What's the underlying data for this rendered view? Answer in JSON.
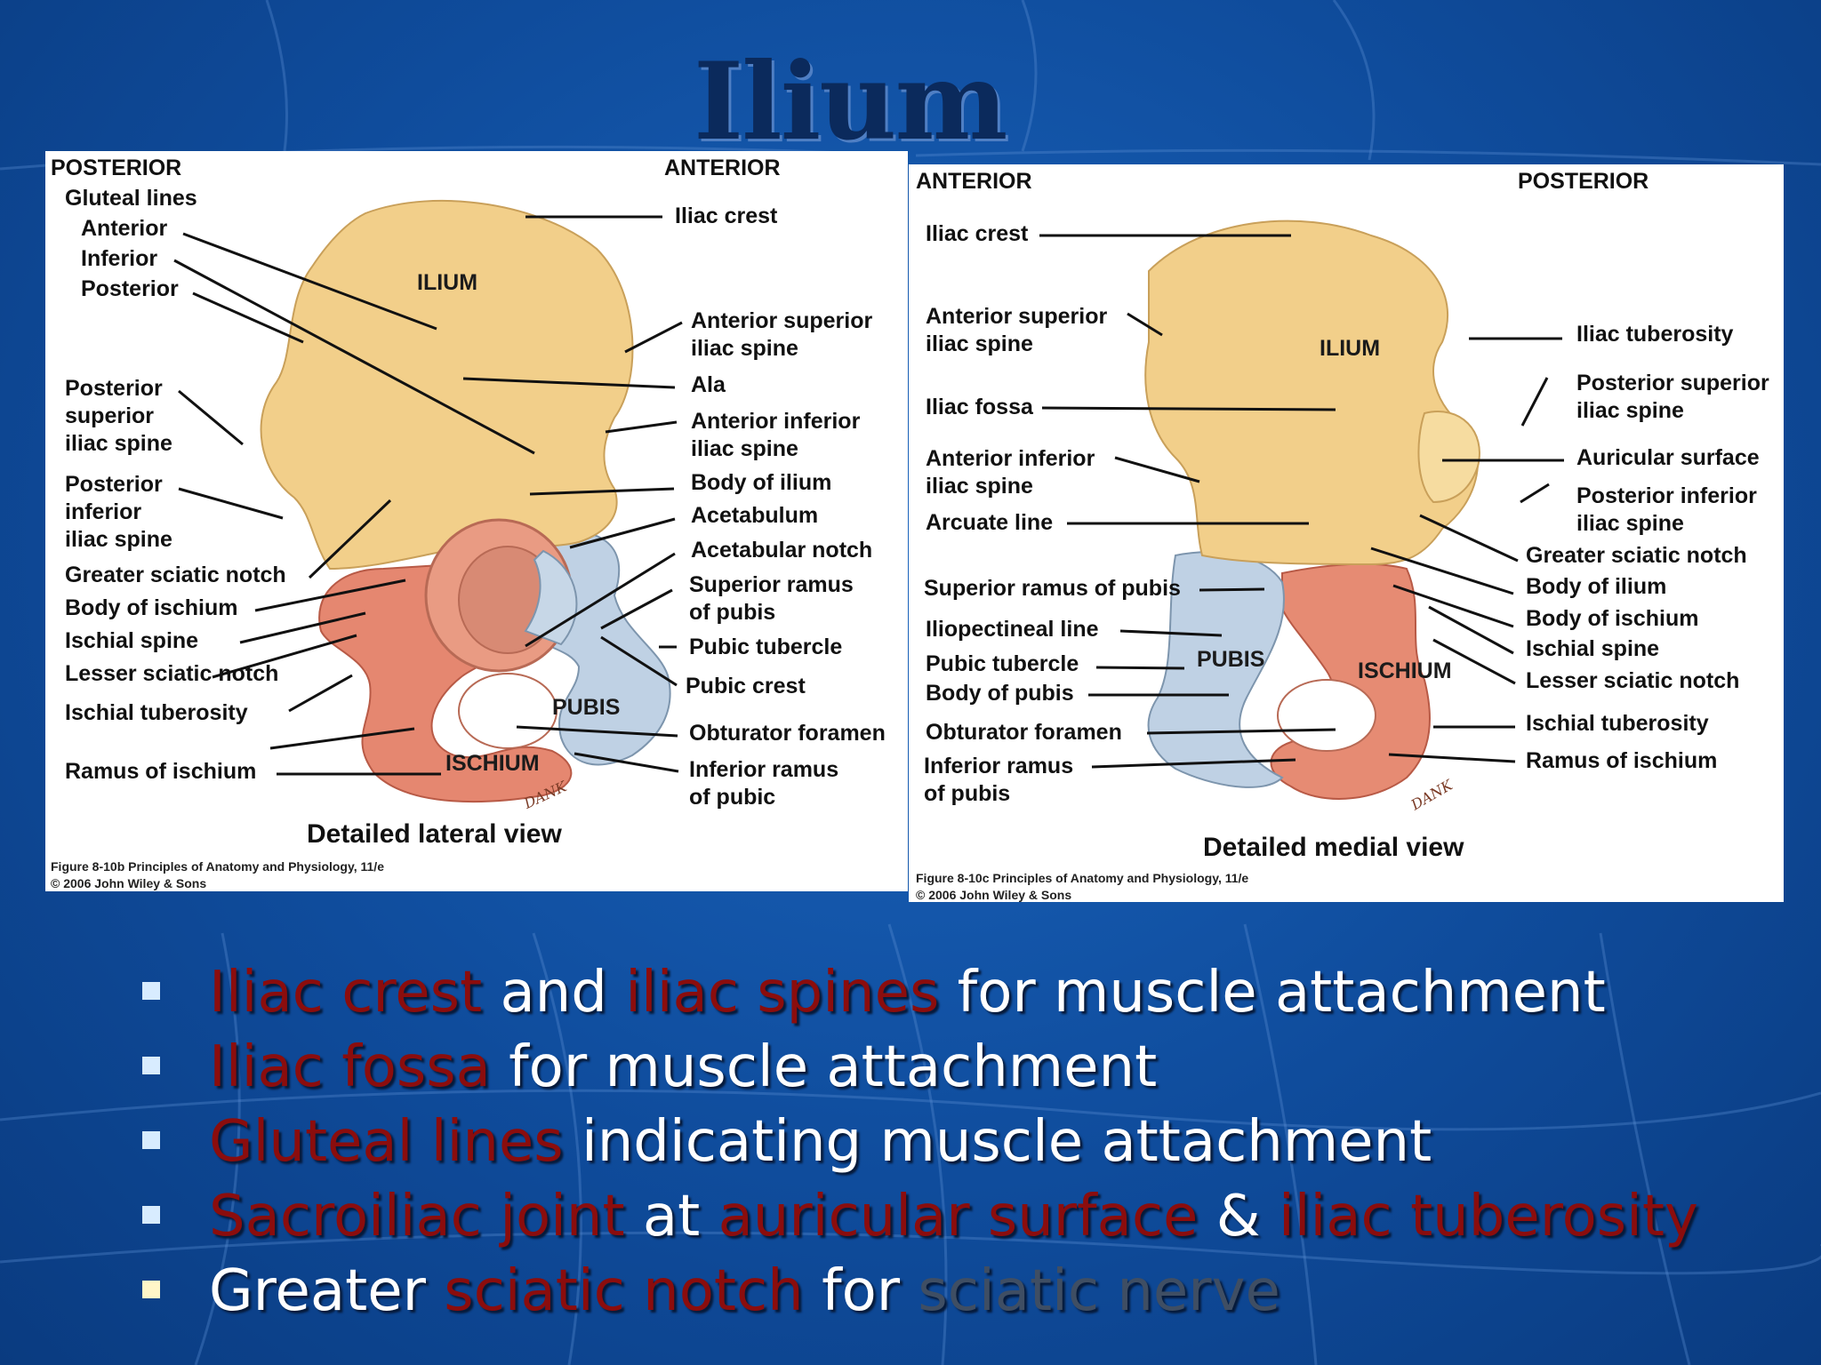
{
  "slide": {
    "title": "Ilium",
    "colors": {
      "background": "#0f4c9c",
      "title": "#0b2a5c",
      "highlight": "#8b0d0d",
      "text": "#ffffff",
      "faded": "#3f4e63",
      "ilium": "#f2cf8a",
      "ischium": "#e68b73",
      "pubis": "#bcd0e4"
    }
  },
  "left_figure": {
    "posterior": "POSTERIOR",
    "anterior": "ANTERIOR",
    "labels_left": [
      "Gluteal lines",
      "Anterior",
      "Inferior",
      "Posterior",
      "Posterior",
      "superior",
      "iliac spine",
      "Posterior",
      "inferior",
      "iliac spine",
      "Greater sciatic notch",
      "Body of ischium",
      "Ischial spine",
      "Lesser sciatic notch",
      "Ischial tuberosity",
      "Ramus of ischium"
    ],
    "labels_right": [
      "Iliac crest",
      "Anterior superior",
      "iliac spine",
      "Ala",
      "Anterior inferior",
      "iliac spine",
      "Body of ilium",
      "Acetabulum",
      "Acetabular notch",
      "Superior ramus",
      "of pubis",
      "Pubic tubercle",
      "Pubic crest",
      "Obturator foramen",
      "Inferior ramus",
      "of pubic"
    ],
    "bones": [
      "ILIUM",
      "PUBIS",
      "ISCHIUM"
    ],
    "view_title": "Detailed lateral view",
    "caption_1": "Figure 8-10b  Principles of Anatomy and Physiology, 11/e",
    "caption_2": "© 2006 John Wiley & Sons",
    "artist": "DANK"
  },
  "right_figure": {
    "anterior": "ANTERIOR",
    "posterior": "POSTERIOR",
    "labels_left": [
      "Iliac crest",
      "Anterior superior",
      "iliac spine",
      "Iliac fossa",
      "Anterior inferior",
      "iliac spine",
      "Arcuate line",
      "Superior ramus of pubis",
      "Iliopectineal line",
      "Pubic tubercle",
      "Body of pubis",
      "Obturator foramen",
      "Inferior ramus",
      "of pubis"
    ],
    "labels_right": [
      "Iliac tuberosity",
      "Posterior superior",
      "iliac spine",
      "Auricular surface",
      "Posterior inferior",
      "iliac spine",
      "Greater sciatic notch",
      "Body of ilium",
      "Body of ischium",
      "Ischial spine",
      "Lesser sciatic notch",
      "Ischial tuberosity",
      "Ramus of ischium"
    ],
    "bones": [
      "ILIUM",
      "PUBIS",
      "ISCHIUM"
    ],
    "view_title": "Detailed medial view",
    "caption_1": "Figure 8-10c  Principles of Anatomy and Physiology, 11/e",
    "caption_2": "© 2006 John Wiley & Sons",
    "artist": "DANK"
  },
  "bullets": [
    {
      "parts": [
        {
          "t": "Iliac crest",
          "s": "hl"
        },
        {
          "t": " and ",
          "s": "wt"
        },
        {
          "t": "iliac spines",
          "s": "hl"
        },
        {
          "t": " for muscle attachment",
          "s": "wt"
        }
      ]
    },
    {
      "parts": [
        {
          "t": "Iliac fossa",
          "s": "hl"
        },
        {
          "t": " for muscle attachment",
          "s": "wt"
        }
      ]
    },
    {
      "parts": [
        {
          "t": "Gluteal lines",
          "s": "hl"
        },
        {
          "t": " indicating muscle attachment",
          "s": "wt"
        }
      ]
    },
    {
      "parts": [
        {
          "t": "Sacroiliac joint",
          "s": "hl"
        },
        {
          "t": " at ",
          "s": "wt"
        },
        {
          "t": "auricular surface",
          "s": "hl"
        },
        {
          "t": " & ",
          "s": "wt"
        },
        {
          "t": "iliac tuberosity",
          "s": "hl"
        }
      ]
    },
    {
      "parts": [
        {
          "t": "Greater ",
          "s": "wt"
        },
        {
          "t": "sciatic notch",
          "s": "hl"
        },
        {
          "t": " for ",
          "s": "wt"
        },
        {
          "t": "sciatic nerve",
          "s": "gy"
        }
      ]
    }
  ]
}
